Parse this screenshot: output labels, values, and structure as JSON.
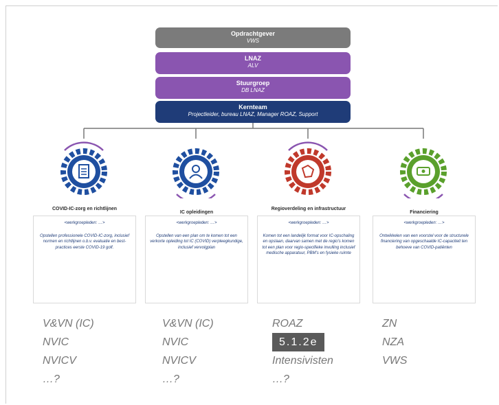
{
  "header": {
    "opdrachtgever": {
      "title": "Opdrachtgever",
      "sub": "VWS"
    },
    "lnaz": {
      "title": "LNAZ",
      "sub": "ALV"
    },
    "stuurgroep": {
      "title": "Stuurgroep",
      "sub": "DB LNAZ"
    },
    "kernteam": {
      "title": "Kernteam",
      "sub": "Projectleider, bureau LNAZ, Manager ROAZ, Support"
    }
  },
  "columns": [
    {
      "title": "COVID-IC-zorg en richtlijnen",
      "card_header": "<werkgroepleden: …>",
      "card_text": "Opstellen professionele COVID-IC-zorg, inclusief normen en richtlijnen o.b.v. evaluatie en best-practices eerste COVID-19 golf.",
      "members": [
        "V&VN (IC)",
        "NVIC",
        "NVICV",
        "…?"
      ],
      "accent": "#1f4fa0",
      "icon": "clipboard-icon"
    },
    {
      "title": "IC opleidingen",
      "card_header": "<werkgroepleden: …>",
      "card_text": "Opstellen van een plan om te komen tot een verkorte opleiding tot IC (COVID) verpleegkundige, inclusief vervolgplan",
      "members": [
        "V&VN (IC)",
        "NVIC",
        "NVICV",
        "…?"
      ],
      "accent": "#1f4fa0",
      "icon": "nurse-icon"
    },
    {
      "title": "Regioverdeling en infrastructuur",
      "card_header": "<werkgroepleden: …>",
      "card_text": "Komen tot een landelijk format voor IC-opschaling en opslaan, daarvan samen met de regio’s komen tot een plan voor regio-specifieke invulling inclusief medische apparatuur, PBM’s en fysieke ruimte",
      "members": [
        "ROAZ",
        "5.1.2e",
        "Intensivisten",
        "…?"
      ],
      "redacted_index": 1,
      "accent": "#c0392b",
      "icon": "region-icon"
    },
    {
      "title": "Financiering",
      "card_header": "<werkgroepleden: …>",
      "card_text": "Ontwikkelen van een voorstel voor de structurele financiering van opgeschaalde IC-capaciteit ten behoeve van COVID-patiënten",
      "members": [
        "ZN",
        "NZA",
        "VWS"
      ],
      "accent": "#5aa02c",
      "icon": "money-icon"
    }
  ],
  "colors": {
    "gray": "#7b7b7b",
    "purple": "#8a55b0",
    "navy": "#1f3c78"
  }
}
